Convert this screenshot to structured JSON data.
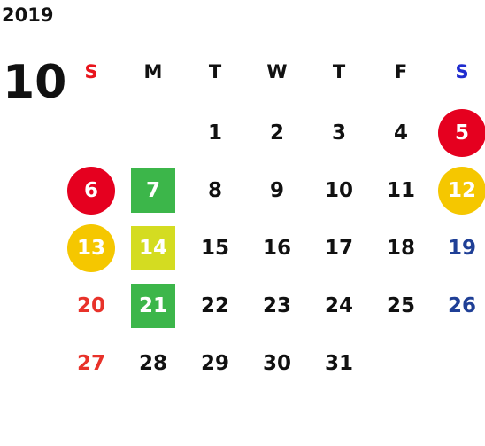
{
  "calendar": {
    "year": "2019",
    "month": "10",
    "weekdays": [
      "S",
      "M",
      "T",
      "W",
      "T",
      "F",
      "S"
    ],
    "weekday_colors": [
      "#e8141c",
      "#111111",
      "#111111",
      "#111111",
      "#111111",
      "#111111",
      "#1f2ccf"
    ],
    "first_day_column": 2,
    "days": [
      "1",
      "2",
      "3",
      "4",
      "5",
      "6",
      "7",
      "8",
      "9",
      "10",
      "11",
      "12",
      "13",
      "14",
      "15",
      "16",
      "17",
      "18",
      "19",
      "20",
      "21",
      "22",
      "23",
      "24",
      "25",
      "26",
      "27",
      "28",
      "29",
      "30",
      "31"
    ],
    "colors": {
      "sunday_text": "#e8322a",
      "saturday_text": "#1f3f96",
      "weekday_text": "#111111",
      "red_marker": "#e5001f",
      "yellow_marker": "#f5c700",
      "green_marker": "#3cb64a",
      "lime_marker": "#d4dc21"
    },
    "highlights": [
      {
        "day": "5",
        "shape": "circle",
        "color": "#e5001f"
      },
      {
        "day": "6",
        "shape": "circle",
        "color": "#e5001f"
      },
      {
        "day": "7",
        "shape": "square",
        "color": "#3cb64a"
      },
      {
        "day": "12",
        "shape": "circle",
        "color": "#f5c700"
      },
      {
        "day": "13",
        "shape": "circle",
        "color": "#f5c700"
      },
      {
        "day": "14",
        "shape": "square",
        "color": "#d4dc21"
      },
      {
        "day": "21",
        "shape": "square",
        "color": "#3cb64a"
      }
    ]
  }
}
